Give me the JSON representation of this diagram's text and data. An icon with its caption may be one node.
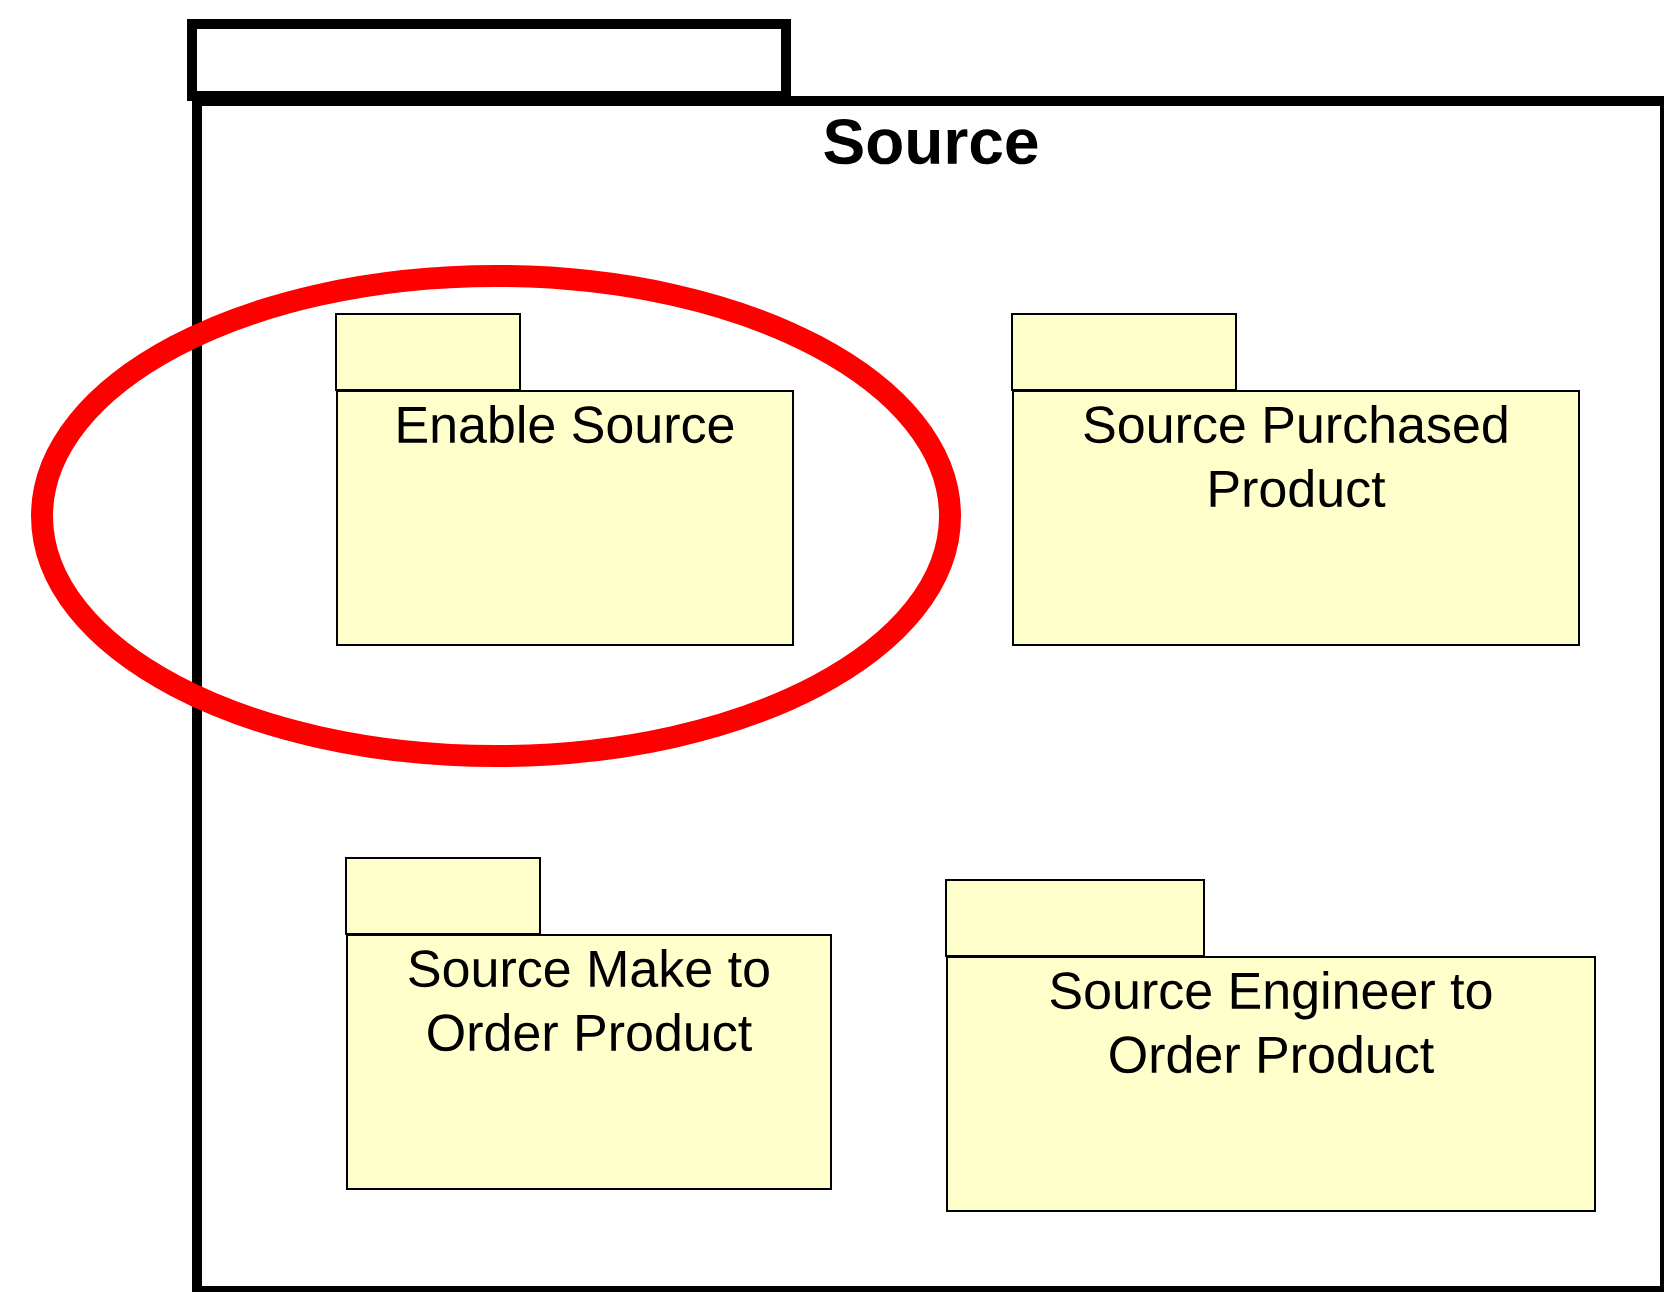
{
  "diagram": {
    "nodes": [
      {
        "text": [
          "Source"
        ]
      },
      {
        "text": [
          "Enable Source"
        ],
        "in": 0
      },
      {
        "text": [
          "Source Purchased Product"
        ],
        "in": 0
      },
      {
        "text": [
          "Source Make to Order Product"
        ],
        "in": 0
      },
      {
        "text": [
          "Source Engineer to Order Product"
        ],
        "in": 0
      }
    ]
  }
}
